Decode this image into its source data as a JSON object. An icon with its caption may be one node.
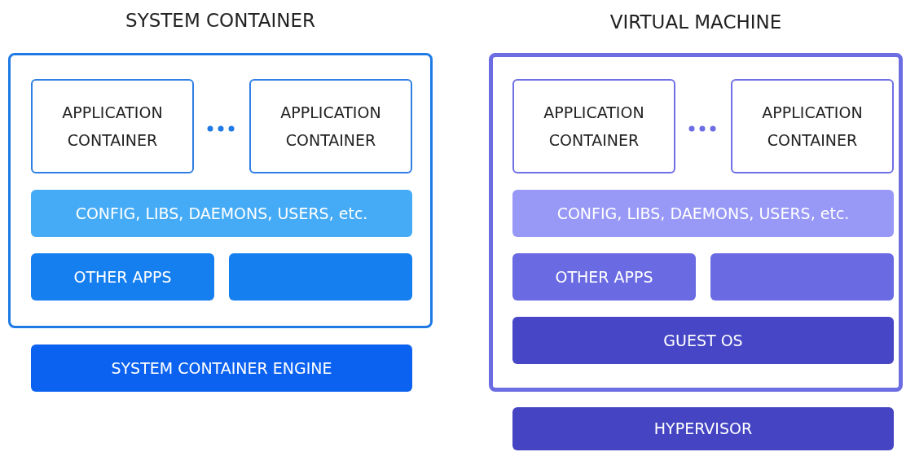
{
  "diagram": {
    "nodes": [
      {
        "text": [
          "SYSTEM CONTAINER"
        ]
      },
      {
        "text": [
          "APPLICATION CONTAINER"
        ],
        "in": 0
      },
      {
        "text": [
          "APPLICATION CONTAINER"
        ],
        "in": 0
      },
      {
        "text": [
          "CONFIG, LIBS, DAEMONS, USERS, etc."
        ],
        "in": 0
      },
      {
        "text": [
          "OTHER APPS"
        ],
        "in": 0
      },
      {
        "text": [],
        "shape": "box",
        "in": 0
      },
      {
        "text": [
          "SYSTEM CONTAINER ENGINE"
        ]
      },
      {
        "text": [
          "VIRTUAL MACHINE"
        ]
      },
      {
        "text": [
          "APPLICATION CONTAINER"
        ],
        "in": 7
      },
      {
        "text": [
          "APPLICATION CONTAINER"
        ],
        "in": 7
      },
      {
        "text": [
          "CONFIG, LIBS, DAEMONS, USERS, etc."
        ],
        "in": 7
      },
      {
        "text": [
          "OTHER APPS"
        ],
        "in": 7
      },
      {
        "text": [],
        "shape": "box",
        "in": 7
      },
      {
        "text": [
          "GUEST OS"
        ],
        "in": 7
      },
      {
        "text": [
          "HYPERVISOR"
        ]
      }
    ]
  }
}
